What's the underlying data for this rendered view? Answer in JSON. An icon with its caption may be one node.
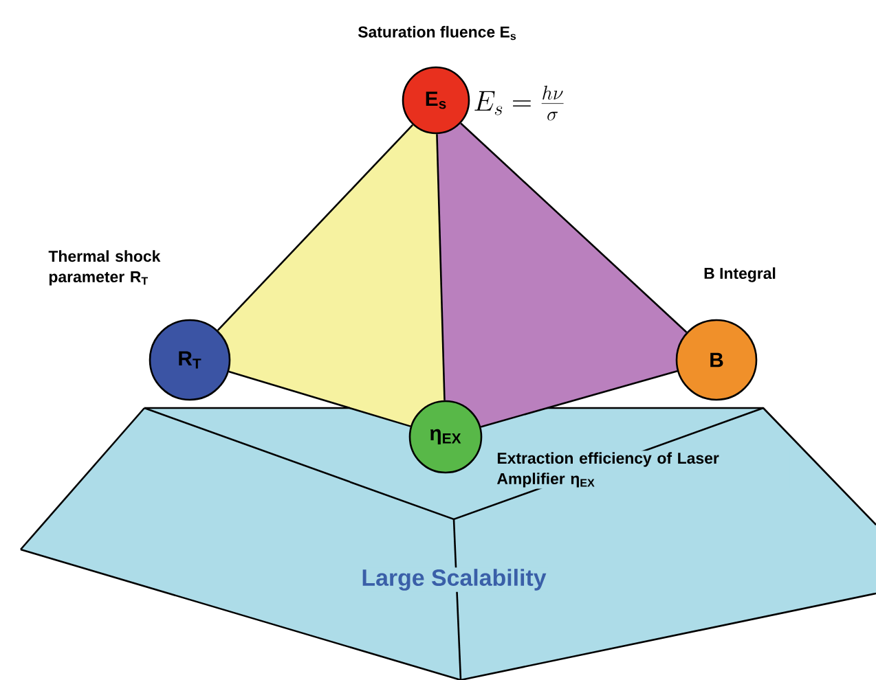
{
  "diagram": {
    "nodes": [
      {
        "text": [
          "E$_{s}$"
        ],
        "beside": [
          "Saturation fluence E$_{s}$"
        ]
      },
      {
        "text": [
          "R$_{T}$"
        ],
        "beside": [
          "Thermal shock parameter R$_{T}$"
        ]
      },
      {
        "text": [
          "B"
        ],
        "beside": [
          "B Integral"
        ]
      },
      {
        "text": [
          "η$_{EX}$"
        ],
        "beside": [
          "Extraction efficiency of Laser Amplifier η$_{EX}$"
        ]
      }
    ],
    "edges": [
      {
        "from": 0,
        "to": 1,
        "arrow": "none"
      },
      {
        "from": 0,
        "to": 3,
        "arrow": "none"
      },
      {
        "from": 0,
        "to": 2,
        "arrow": "none"
      },
      {
        "from": 1,
        "to": 3,
        "arrow": "none"
      },
      {
        "from": 2,
        "to": 3,
        "arrow": "none"
      }
    ],
    "labels": [
      "E_s = \\frac{h\\nu}{\\sigma}",
      "Large Scalability"
    ]
  }
}
